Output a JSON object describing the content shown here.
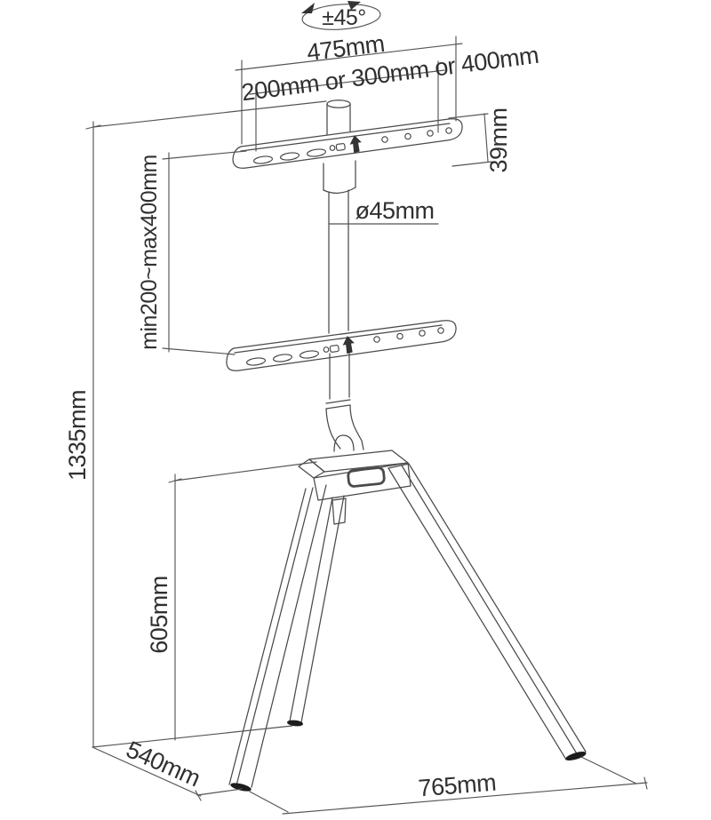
{
  "drawing": {
    "description": "Isometric technical line drawing of a tripod easel TV floor stand with dimension annotations",
    "line_color": "#4a4a4a",
    "text_color": "#303030",
    "background": "#ffffff",
    "labels": {
      "rotation_range": "±45°",
      "bracket_width": "475mm",
      "vesa_widths": "200mm or 300mm or 400mm",
      "bracket_thickness": "39mm",
      "pole_diameter": "ø45mm",
      "vesa_height_range": "min200~max400mm",
      "overall_height": "1335mm",
      "leg_assembly_height": "605mm",
      "base_depth": "540mm",
      "base_width": "765mm"
    }
  }
}
